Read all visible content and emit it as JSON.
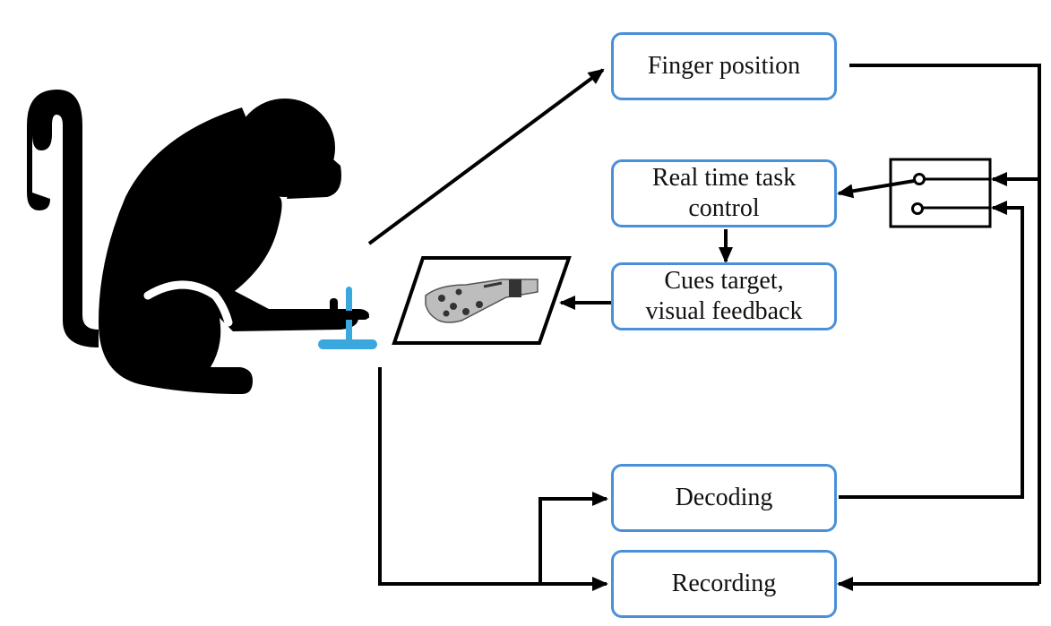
{
  "diagram": {
    "nodes": {
      "finger_position": {
        "label": "Finger position"
      },
      "real_time_task_control": {
        "line1": "Real time task",
        "line2": "control"
      },
      "cues_target": {
        "line1": "Cues target,",
        "line2": "visual feedback"
      },
      "decoding": {
        "label": "Decoding"
      },
      "recording": {
        "label": "Recording"
      }
    },
    "icons": {
      "subject": "monkey-silhouette",
      "input_device": "joystick",
      "display": "robotic-hand-screen",
      "switch": "two-position-switch"
    },
    "colors": {
      "box_border": "#4a90d9",
      "joystick": "#3aa8dc",
      "line": "#000000"
    },
    "edges": [
      {
        "from": "subject",
        "to": "finger_position"
      },
      {
        "from": "finger_position",
        "to": "switch"
      },
      {
        "from": "switch",
        "to": "real_time_task_control"
      },
      {
        "from": "real_time_task_control",
        "to": "cues_target"
      },
      {
        "from": "cues_target",
        "to": "display"
      },
      {
        "from": "subject",
        "to": "decoding"
      },
      {
        "from": "subject",
        "to": "recording"
      },
      {
        "from": "decoding",
        "to": "switch"
      },
      {
        "from": "finger_position",
        "to": "recording"
      }
    ]
  }
}
